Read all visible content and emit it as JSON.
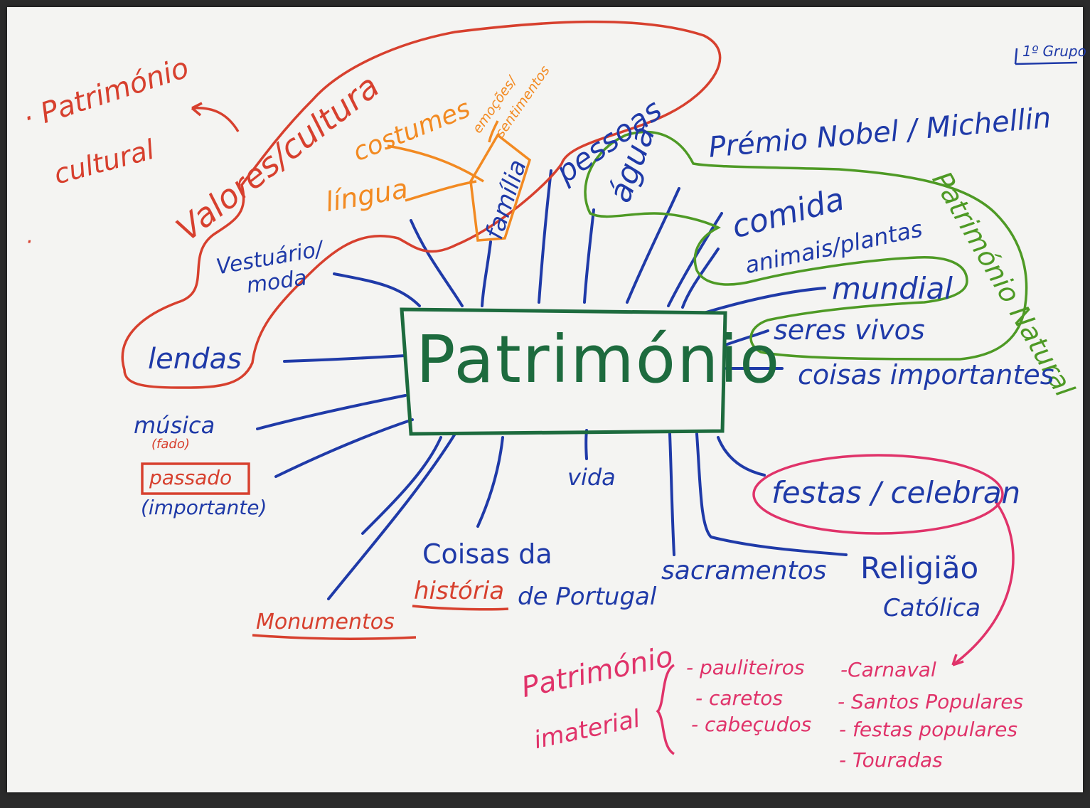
{
  "colors": {
    "paper": "#f4f4f2",
    "blue_marker": "#1f3aa8",
    "red_marker": "#d7402e",
    "orange_marker": "#f28a22",
    "green_marker": "#4e9a25",
    "pink_marker": "#e0336a",
    "dark_green_marker": "#1d6b3e"
  },
  "group_label": "1º Grupo",
  "center": "Património",
  "cultural": {
    "title_line1": "· Património",
    "title_line2": "cultural",
    "bullet": "·",
    "values": "Valores/cultura",
    "customs": "costumes",
    "emotions_line1": "emoções/",
    "emotions_line2": "sentimentos",
    "language": "língua",
    "family": "família",
    "people": "pessoas"
  },
  "left_branches": {
    "clothing_line1": "Vestuário/",
    "clothing_line2": "moda",
    "legends": "lendas",
    "music": "música",
    "fado": "(fado)",
    "past": "passado",
    "important": "(importante)",
    "monuments": "Monumentos"
  },
  "bottom_branches": {
    "history_line1": "Coisas da",
    "history_word": "história",
    "history_rest": "de Portugal",
    "life": "vida",
    "sacraments": "sacramentos",
    "religion_line1": "Religião",
    "religion_line2": "Católica"
  },
  "natural": {
    "water": "água",
    "nobel": "Prémio Nobel / Michellin",
    "food": "comida",
    "animals": "animais/plantas",
    "world": "mundial",
    "living_beings": "seres vivos",
    "title": "Património Natural",
    "important_things": "coisas importantes"
  },
  "immaterial": {
    "festivals": "festas / celebran",
    "title_line1": "Património",
    "title_line2": "imaterial",
    "items_col1": [
      "- pauliteiros",
      "- caretos",
      "- cabeçudos"
    ],
    "items_col2": [
      "-Carnaval",
      "- Santos Populares",
      "- festas populares",
      "- Touradas"
    ]
  }
}
